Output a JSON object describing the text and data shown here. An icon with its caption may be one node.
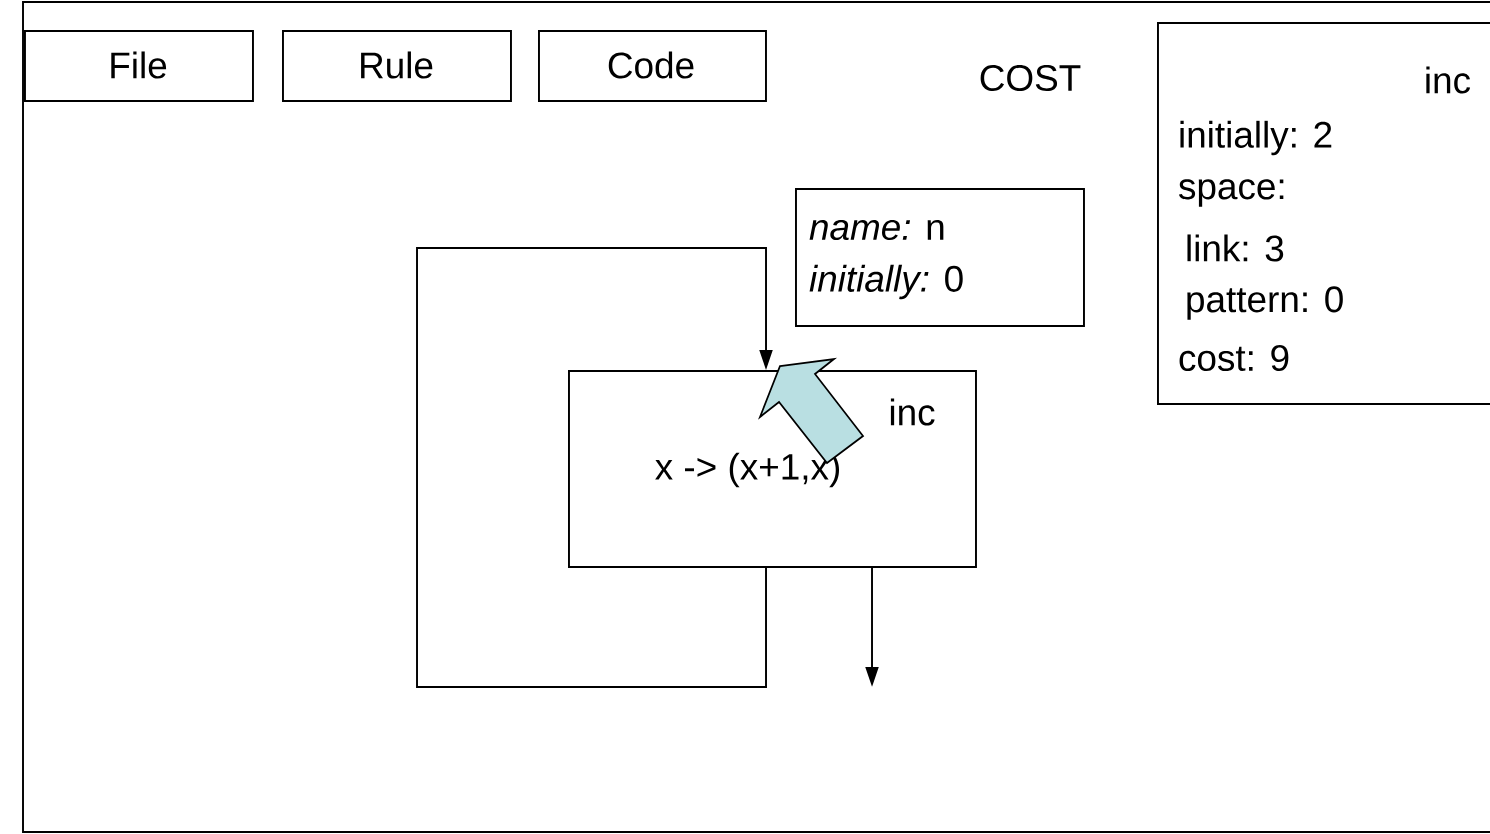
{
  "diagram": {
    "nodes": [
      {
        "text": [
          "File"
        ]
      },
      {
        "text": [
          "Rule"
        ]
      },
      {
        "text": [
          "Code"
        ]
      },
      {
        "text": [
          "*name:* n",
          "*initially:* 0"
        ]
      },
      {
        "text": [
          "inc",
          "x -> (x+1,x)"
        ]
      },
      {
        "text": [
          "inc",
          "initially: 2",
          "space:",
          "link: 3",
          "pattern: 0",
          "cost: 9"
        ]
      }
    ],
    "edges": [
      {
        "from": 4,
        "to": 4,
        "arrow": "to"
      },
      {
        "from": 4,
        "to": null,
        "arrow": "to"
      }
    ],
    "labels": [
      "COST"
    ]
  }
}
